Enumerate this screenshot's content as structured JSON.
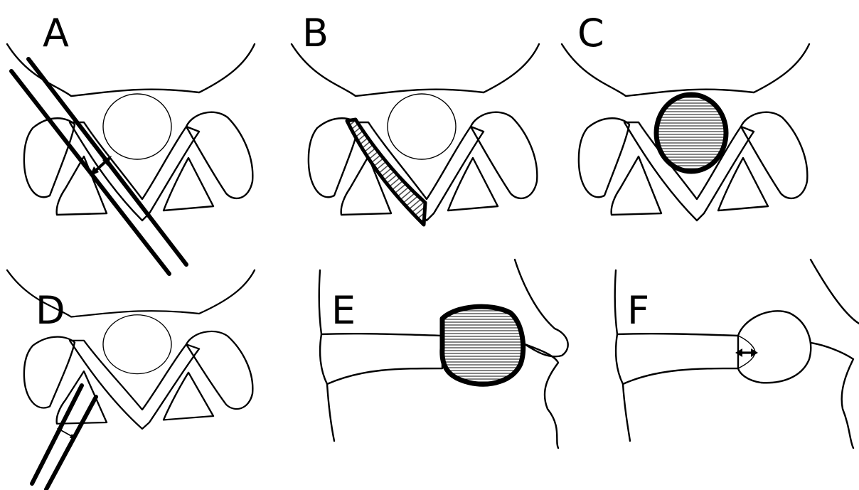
{
  "figure": {
    "colors": {
      "ink": "#000000",
      "paper": "#ffffff",
      "hatch": "#555555"
    },
    "panels": [
      {
        "id": "a",
        "letter": "A"
      },
      {
        "id": "b",
        "letter": "B"
      },
      {
        "id": "c",
        "letter": "C"
      },
      {
        "id": "d",
        "letter": "D"
      },
      {
        "id": "e",
        "letter": "E"
      },
      {
        "id": "f",
        "letter": "F"
      }
    ]
  }
}
